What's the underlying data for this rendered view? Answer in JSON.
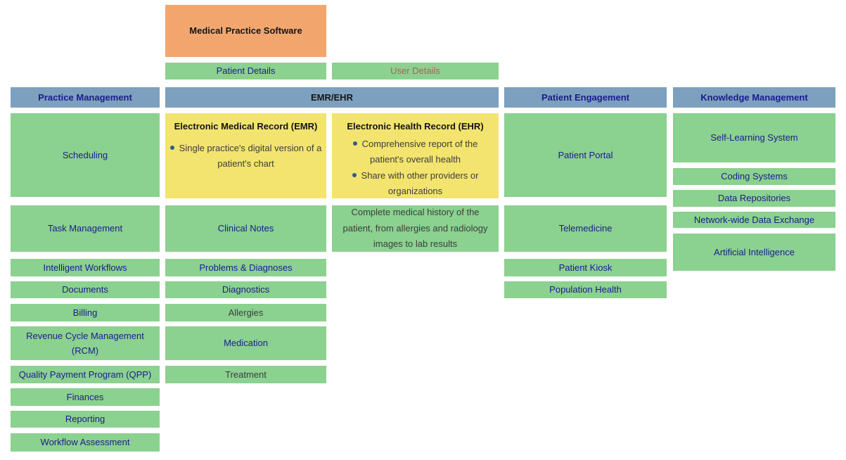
{
  "title": {
    "label": "Medical Practice Software"
  },
  "subheaders": {
    "patient_details": "Patient Details",
    "user_details": "User Details"
  },
  "columns": {
    "practice_management": {
      "header": "Practice Management",
      "items": [
        "Scheduling",
        "Task Management",
        "Intelligent Workflows",
        "Documents",
        "Billing",
        "Revenue Cycle Management (RCM)",
        "Quality Payment Program (QPP)",
        "Finances",
        "Reporting",
        "Workflow Assessment"
      ]
    },
    "emr_ehr": {
      "header": "EMR/EHR",
      "emr_card": {
        "title": "Electronic Medical Record (EMR)",
        "bullets": [
          "Single practice's digital version of a patient's chart"
        ]
      },
      "ehr_card": {
        "title": "Electronic Health Record (EHR)",
        "bullets": [
          "Comprehensive report of the patient's overall health",
          "Share with other providers or organizations"
        ]
      },
      "emr_items": [
        "Clinical Notes",
        "Problems & Diagnoses",
        "Diagnostics",
        "Allergies",
        "Medication",
        "Treatment"
      ],
      "ehr_note": "Complete medical history of the patient, from allergies and radiology images to lab results"
    },
    "patient_engagement": {
      "header": "Patient Engagement",
      "items": [
        "Patient Portal",
        "Telemedicine",
        "Patient Kiosk",
        "Population Health"
      ]
    },
    "knowledge_management": {
      "header": "Knowledge Management",
      "items": [
        "Self-Learning System",
        "Coding Systems",
        "Data Repositories",
        "Network-wide Data Exchange",
        "Artificial Intelligence"
      ]
    }
  },
  "colors": {
    "node_green": "#8bd18f",
    "header_blue": "#7da0bf",
    "title_orange": "#f2a66e",
    "card_yellow": "#f2e46e",
    "text_navy": "#1b1b8e",
    "text_gray": "#3d3d3d",
    "text_rose": "#ab5f5f",
    "bullet_blue": "#2a5d8c"
  }
}
